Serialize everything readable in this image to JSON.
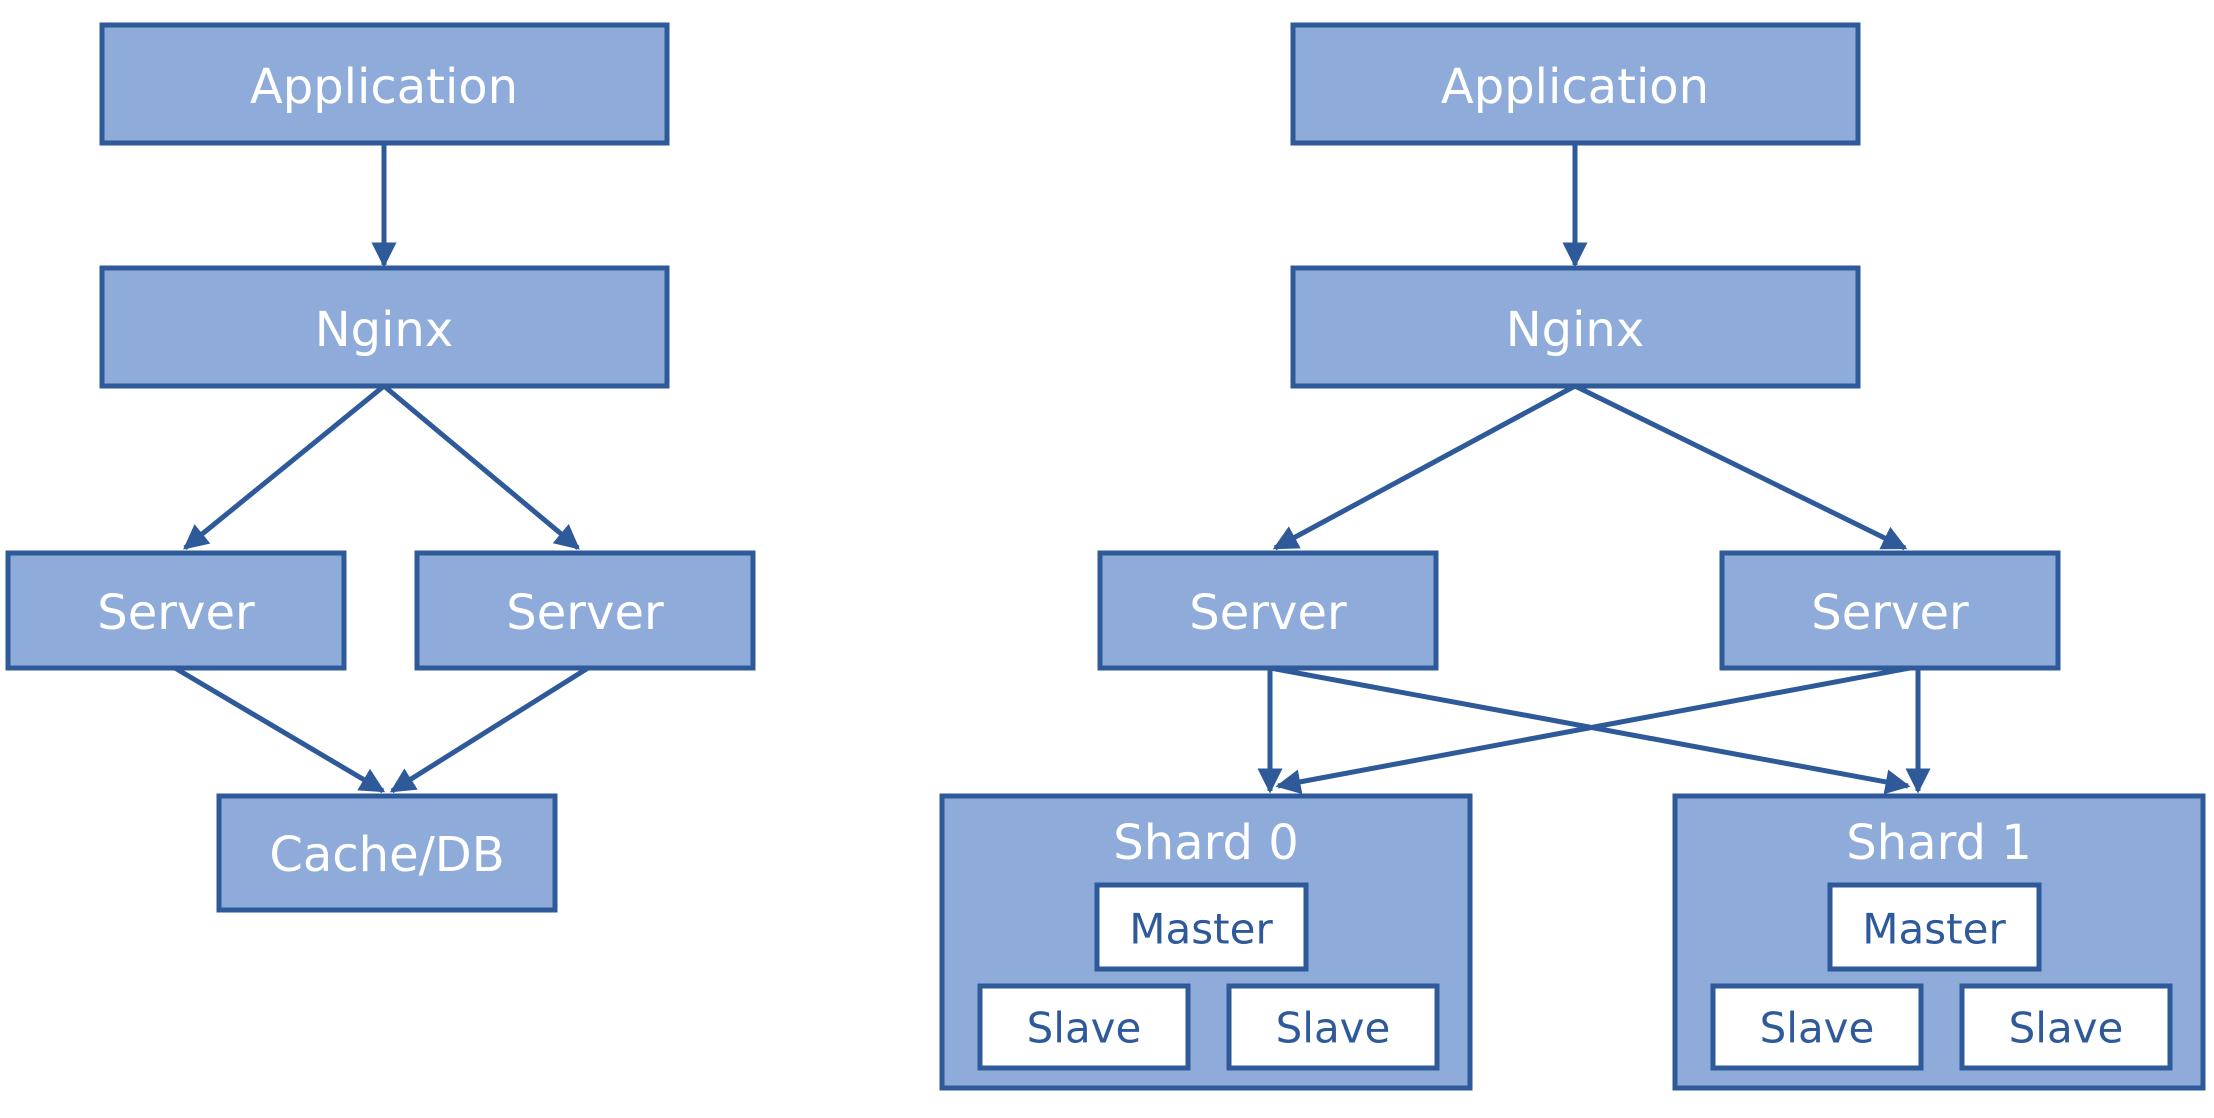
{
  "left": {
    "application": "Application",
    "nginx": "Nginx",
    "server_a": "Server",
    "server_b": "Server",
    "store": "Cache/DB"
  },
  "right": {
    "application": "Application",
    "nginx": "Nginx",
    "server_a": "Server",
    "server_b": "Server",
    "shards": [
      {
        "title": "Shard 0",
        "master": "Master",
        "slaves": [
          "Slave",
          "Slave"
        ]
      },
      {
        "title": "Shard 1",
        "master": "Master",
        "slaves": [
          "Slave",
          "Slave"
        ]
      }
    ]
  },
  "colors": {
    "box_fill": "#8eabd9",
    "stroke": "#2e5a9a",
    "inner_box_fill": "#ffffff"
  }
}
